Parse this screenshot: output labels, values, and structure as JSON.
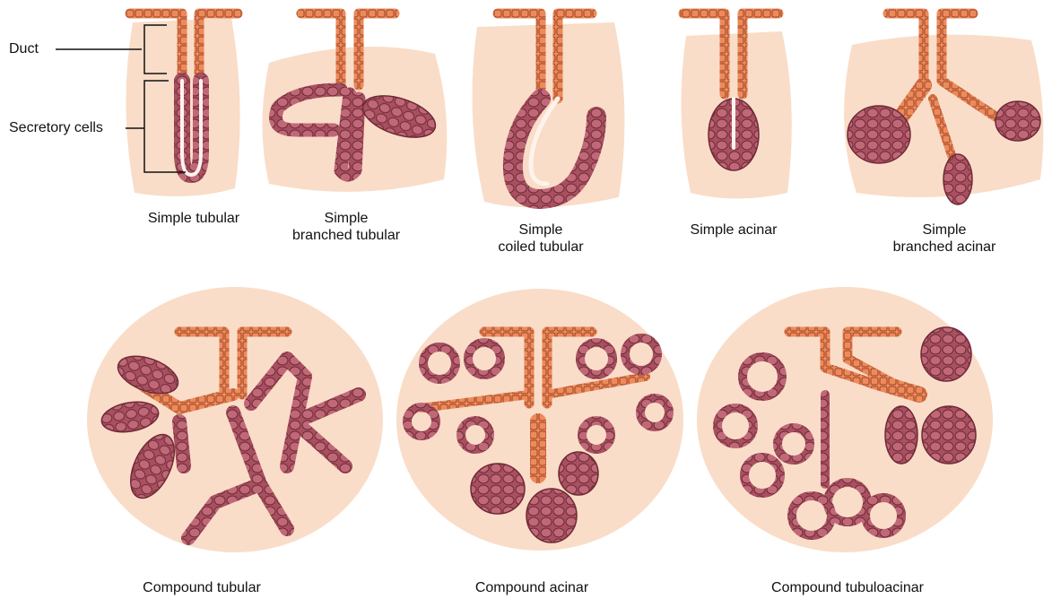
{
  "labels": {
    "duct": "Duct",
    "secretory": "Secretory cells"
  },
  "captions": {
    "simple_tubular": "Simple tubular",
    "simple_branched_tubular": [
      "Simple",
      "branched tubular"
    ],
    "simple_coiled_tubular": [
      "Simple",
      "coiled tubular"
    ],
    "simple_acinar": "Simple acinar",
    "simple_branched_acinar": [
      "Simple",
      "branched acinar"
    ],
    "compound_tubular": "Compound tubular",
    "compound_acinar": "Compound acinar",
    "compound_tubuloacinar": "Compound tubuloacinar"
  },
  "colors": {
    "background_tissue": "#f7d2b6",
    "duct_cells": "#ee8a5a",
    "secretory_cells": "#a85060",
    "cell_outline": "#6e2a36",
    "lumen": "#fdf3ec"
  }
}
